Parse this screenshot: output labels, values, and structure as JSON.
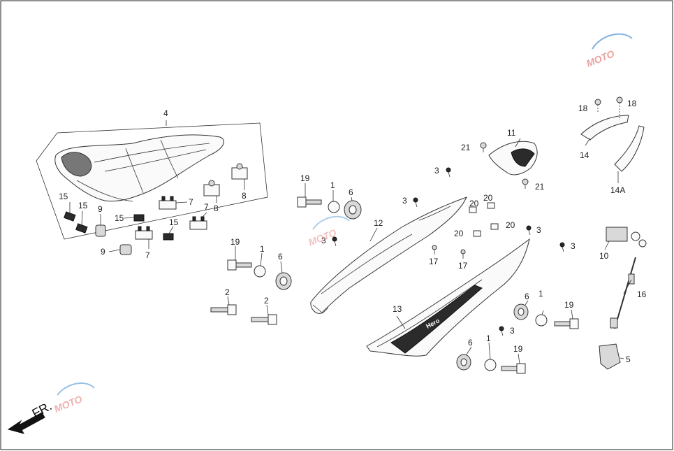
{
  "callouts": [
    {
      "id": "c4",
      "text": "4"
    },
    {
      "id": "c15a",
      "text": "15"
    },
    {
      "id": "c15b",
      "text": "15"
    },
    {
      "id": "c9a",
      "text": "9"
    },
    {
      "id": "c15c",
      "text": "15"
    },
    {
      "id": "c9b",
      "text": "9"
    },
    {
      "id": "c7a",
      "text": "7"
    },
    {
      "id": "c15d",
      "text": "15"
    },
    {
      "id": "c7b",
      "text": "7"
    },
    {
      "id": "c7c",
      "text": "7"
    },
    {
      "id": "c8a",
      "text": "8"
    },
    {
      "id": "c8b",
      "text": "8"
    },
    {
      "id": "c19a",
      "text": "19"
    },
    {
      "id": "c1a",
      "text": "1"
    },
    {
      "id": "c6a",
      "text": "6"
    },
    {
      "id": "c19b",
      "text": "19"
    },
    {
      "id": "c1b",
      "text": "1"
    },
    {
      "id": "c6b",
      "text": "6"
    },
    {
      "id": "c2a",
      "text": "2"
    },
    {
      "id": "c2b",
      "text": "2"
    },
    {
      "id": "c12",
      "text": "12"
    },
    {
      "id": "c3a",
      "text": "3"
    },
    {
      "id": "c3b",
      "text": "3"
    },
    {
      "id": "c3c",
      "text": "3"
    },
    {
      "id": "c17a",
      "text": "17"
    },
    {
      "id": "c17b",
      "text": "17"
    },
    {
      "id": "c20a",
      "text": "20"
    },
    {
      "id": "c20b",
      "text": "20"
    },
    {
      "id": "c20c",
      "text": "20"
    },
    {
      "id": "c20d",
      "text": "20"
    },
    {
      "id": "c3d",
      "text": "3"
    },
    {
      "id": "c3e",
      "text": "3"
    },
    {
      "id": "c11",
      "text": "11"
    },
    {
      "id": "c21a",
      "text": "21"
    },
    {
      "id": "c21b",
      "text": "21"
    },
    {
      "id": "c13",
      "text": "13"
    },
    {
      "id": "c3f",
      "text": "3"
    },
    {
      "id": "c6c",
      "text": "6"
    },
    {
      "id": "c1c",
      "text": "1"
    },
    {
      "id": "c19c",
      "text": "19"
    },
    {
      "id": "c6d",
      "text": "6"
    },
    {
      "id": "c1d",
      "text": "1"
    },
    {
      "id": "c19d",
      "text": "19"
    },
    {
      "id": "c18a",
      "text": "18"
    },
    {
      "id": "c18b",
      "text": "18"
    },
    {
      "id": "c14",
      "text": "14"
    },
    {
      "id": "c14A",
      "text": "14A"
    },
    {
      "id": "c10",
      "text": "10"
    },
    {
      "id": "c16",
      "text": "16"
    },
    {
      "id": "c5",
      "text": "5"
    }
  ],
  "direction_label": "FR.",
  "panel_logo_text": "Hero",
  "watermark_text": "MOTO",
  "colors": {
    "line": "#333333",
    "accent": "#1a73c8",
    "watermark_red": "#d9534f"
  }
}
